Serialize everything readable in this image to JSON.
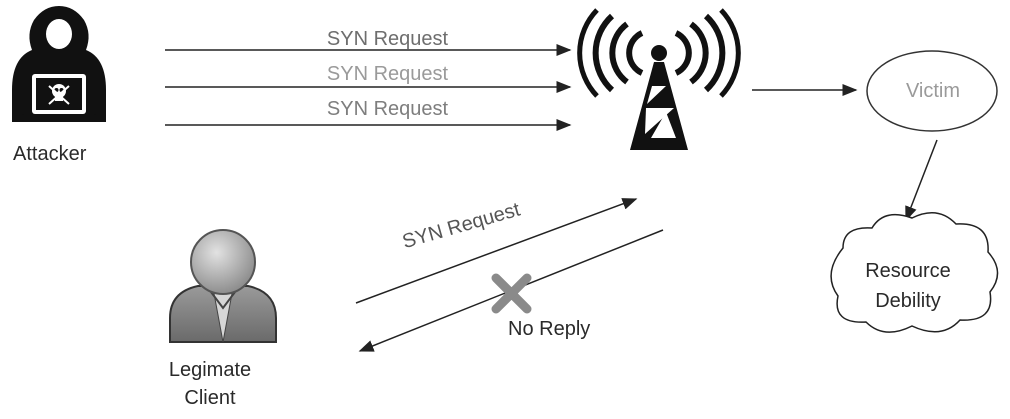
{
  "attacker": {
    "label": "Attacker"
  },
  "client": {
    "label_line1": "Legimate",
    "label_line2": "Client"
  },
  "requests": {
    "syn_1": "SYN Request",
    "syn_2": "SYN Request",
    "syn_3": "SYN Request",
    "client_syn": "SYN Request"
  },
  "no_reply": {
    "label": "No Reply"
  },
  "victim": {
    "label": "Victim"
  },
  "resource": {
    "line1": "Resource",
    "line2": "Debility"
  },
  "colors": {
    "line": "#222222",
    "faint_text": "#9a9a9a",
    "cross": "#8a8a8a",
    "client_avatar": "#a8a8a8"
  },
  "icons": {
    "attacker": "hacker-laptop-icon",
    "tower": "radio-tower-icon",
    "client": "user-avatar-icon",
    "cross": "x-mark-icon"
  }
}
